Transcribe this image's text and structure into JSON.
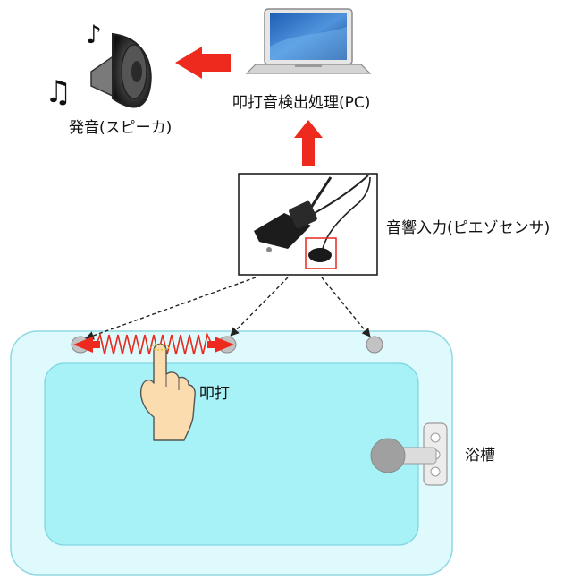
{
  "labels": {
    "speaker": "発音(スピーカ)",
    "pc": "叩打音検出処理(PC)",
    "sensor": "音響入力(ピエゾセンサ)",
    "tap": "叩打",
    "bathtub": "浴槽"
  },
  "icons": {
    "speaker": "speaker-icon",
    "note_single": "music-note-icon",
    "note_double": "music-notes-icon",
    "laptop": "laptop-icon",
    "sensor": "piezo-sensor-icon",
    "hand": "pointing-hand-icon",
    "faucet": "faucet-icon"
  },
  "colors": {
    "arrow_red": "#ee2a1f",
    "tub_outer": "#dffafd",
    "tub_inner": "#a6f2f7",
    "spring": "#e8281c",
    "pad": "#c2c2c2",
    "dashed": "#222222"
  }
}
